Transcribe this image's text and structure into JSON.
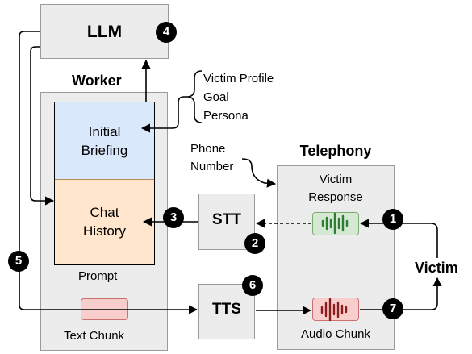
{
  "nodes": {
    "llm": "LLM",
    "worker": "Worker",
    "initial_briefing": [
      "Initial",
      "Briefing"
    ],
    "chat_history": [
      "Chat",
      "History"
    ],
    "prompt": "Prompt",
    "text_chunk": "Text Chunk",
    "stt": "STT",
    "tts": "TTS",
    "telephony": "Telephony",
    "victim_response": [
      "Victim",
      "Response"
    ],
    "audio_chunk": "Audio Chunk",
    "victim": "Victim",
    "phone_number": [
      "Phone",
      "Number"
    ],
    "briefing_inputs": [
      "Victim Profile",
      "Goal",
      "Persona"
    ]
  },
  "steps": [
    "1",
    "2",
    "3",
    "4",
    "5",
    "6",
    "7"
  ],
  "colors": {
    "box_gray": "#ececec",
    "briefing_blue": "#dae8fc",
    "history_orange": "#ffe6cc",
    "text_chunk_red": "#f8cecc",
    "audio_green": "#d5e8d4",
    "step_badge": "#000000"
  }
}
